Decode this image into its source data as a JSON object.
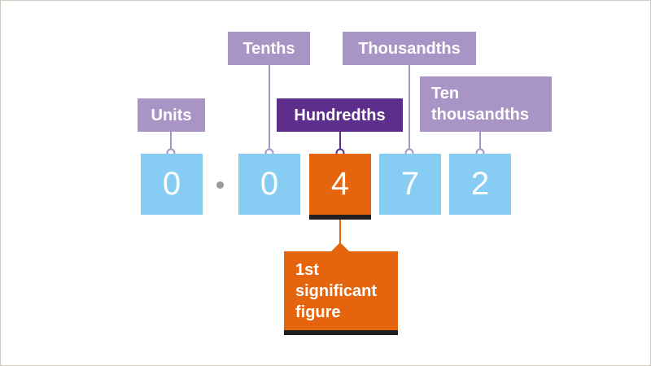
{
  "colors": {
    "light_blue": "#87cdf3",
    "lavender": "#a994c6",
    "purple": "#5d2e8c",
    "orange": "#e5650f",
    "dark": "#231f20",
    "connector": "#a994c6"
  },
  "number": {
    "digits": [
      "0",
      "0",
      "4",
      "7",
      "2"
    ],
    "decimal_point": "·",
    "highlighted_index": 2
  },
  "labels": {
    "units": "Units",
    "tenths": "Tenths",
    "hundredths": "Hundredths",
    "thousandths": "Thousandths",
    "ten_thousandths": "Ten\nthousandths"
  },
  "significant": {
    "text": "1st\nsignificant\nfigure"
  }
}
